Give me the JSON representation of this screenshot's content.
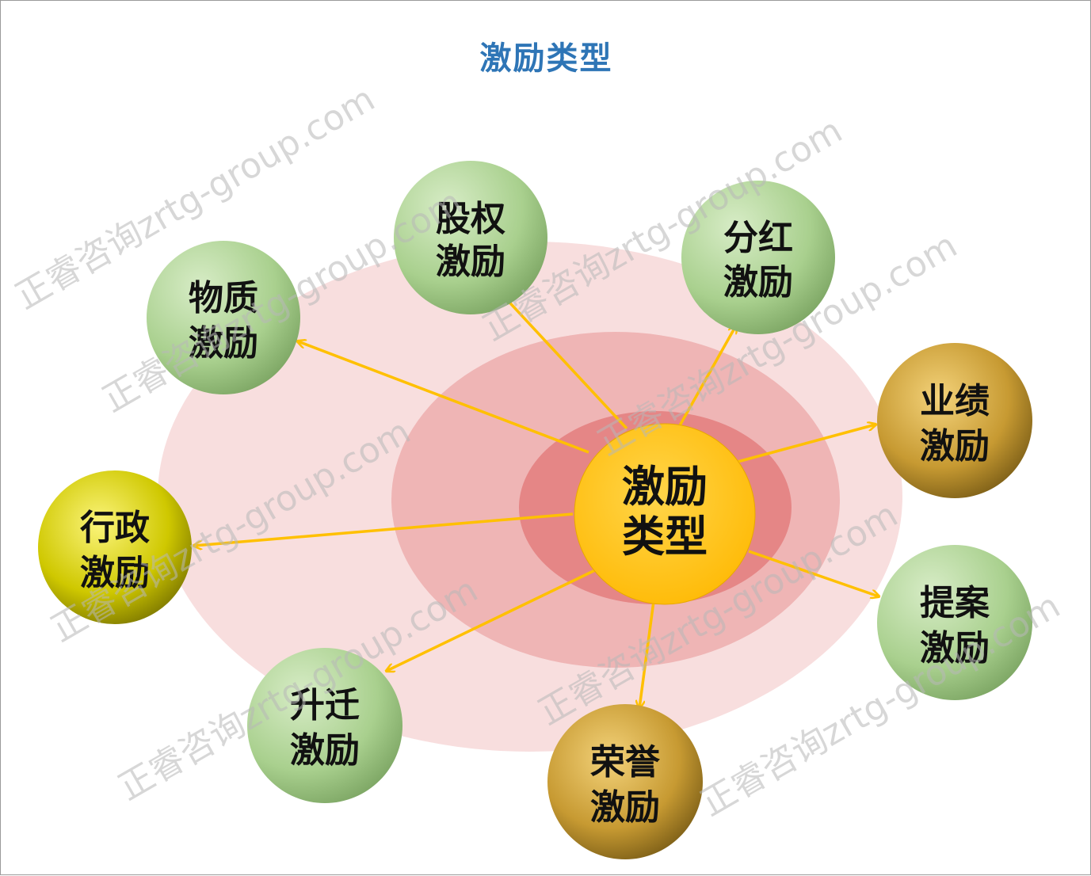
{
  "title": "激励类型",
  "center": {
    "line1": "激励",
    "line2": "类型"
  },
  "nodes": [
    {
      "id": "equity",
      "line1": "股权",
      "line2": "激励"
    },
    {
      "id": "dividend",
      "line1": "分红",
      "line2": "激励"
    },
    {
      "id": "material",
      "line1": "物质",
      "line2": "激励"
    },
    {
      "id": "performance",
      "line1": "业绩",
      "line2": "激励"
    },
    {
      "id": "administrative",
      "line1": "行政",
      "line2": "激励"
    },
    {
      "id": "proposal",
      "line1": "提案",
      "line2": "激励"
    },
    {
      "id": "promotion",
      "line1": "升迁",
      "line2": "激励"
    },
    {
      "id": "honor",
      "line1": "荣誉",
      "line2": "激励"
    }
  ],
  "watermark": "正睿咨询zrtg-group.com",
  "colors": {
    "title": "#2e75b6",
    "arrow": "#ffc000",
    "green_node": "#a9d08e",
    "gold_node": "#b8902e",
    "olive_node": "#c8c400",
    "center_node": "#ffc000"
  }
}
